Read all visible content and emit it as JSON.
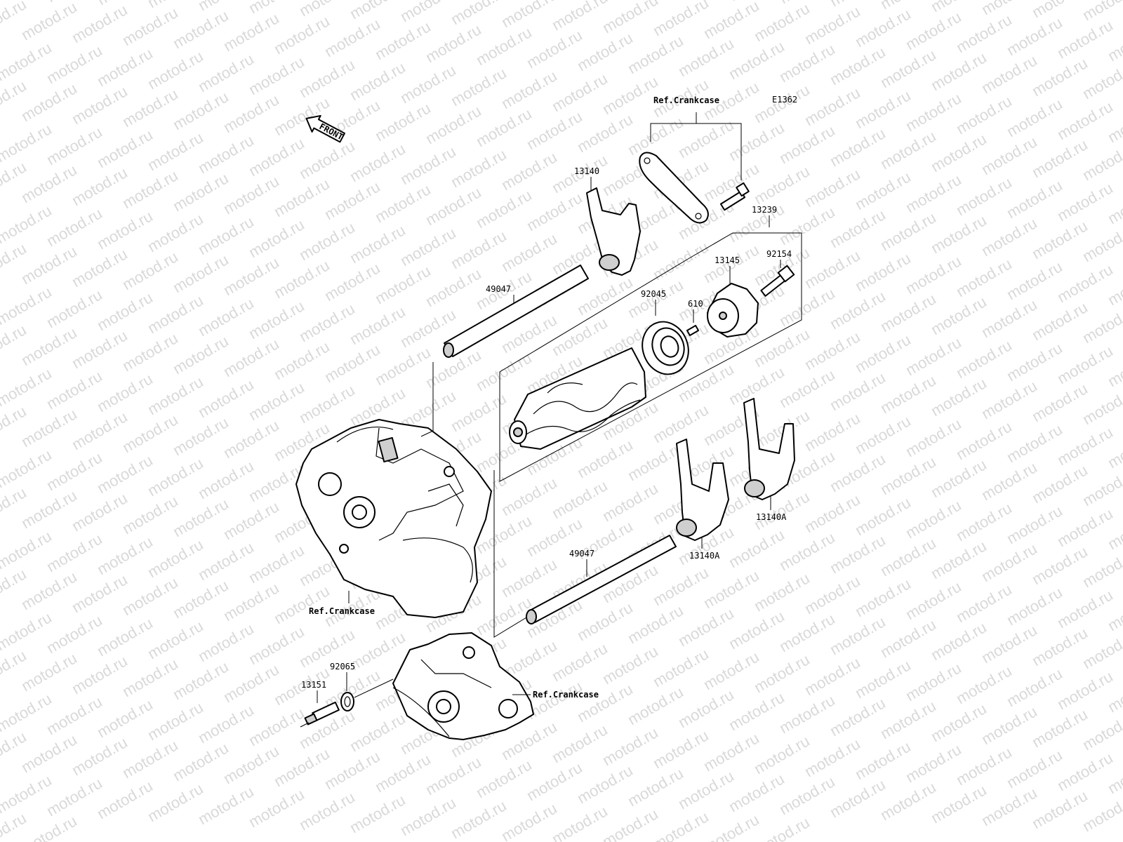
{
  "diagram_code": "E1362",
  "front_arrow_label": "FRONT",
  "watermark_text": "motod.ru",
  "callouts": {
    "ref_crankcase_top": "Ref.Crankcase",
    "ref_crankcase_left": "Ref.Crankcase",
    "ref_crankcase_bottom": "Ref.Crankcase",
    "p13140": "13140",
    "p13239": "13239",
    "p13145": "13145",
    "p92154": "92154",
    "p92045": "92045",
    "p610": "610",
    "p49047_top": "49047",
    "p49047_bottom": "49047",
    "p13140A_right": "13140A",
    "p13140A_mid": "13140A",
    "p92065": "92065",
    "p13151": "13151"
  }
}
